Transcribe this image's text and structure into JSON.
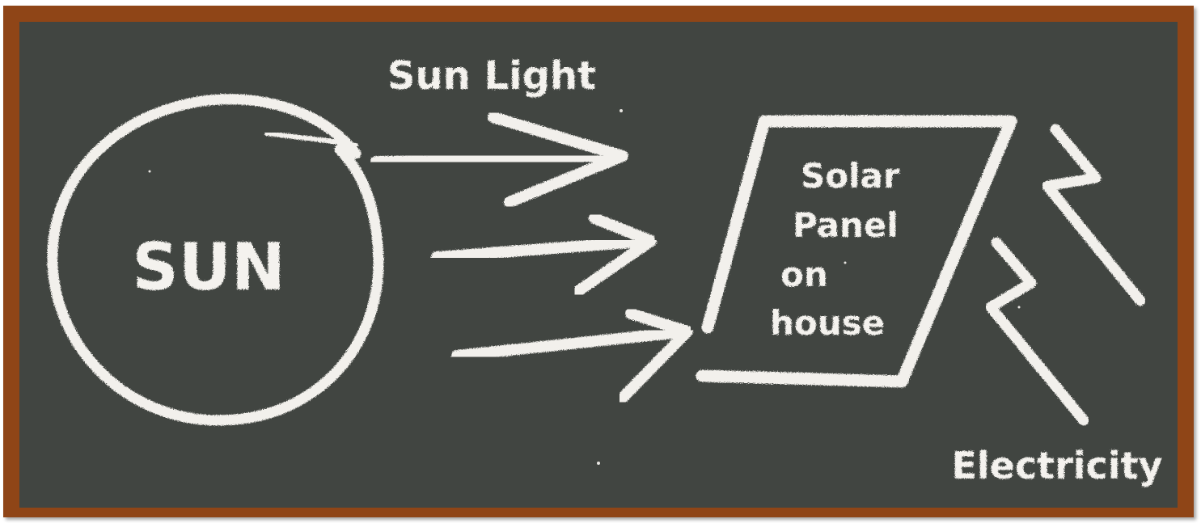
{
  "sun": {
    "label": "SUN"
  },
  "sunlight": {
    "label": "Sun Light"
  },
  "panel": {
    "lines": [
      "Solar",
      "Panel",
      "on",
      "house"
    ]
  },
  "electricity": {
    "label": "Electricity"
  },
  "colors": {
    "frame": "#8f4517",
    "board": "#414541",
    "chalk": "#f2f0ec"
  }
}
